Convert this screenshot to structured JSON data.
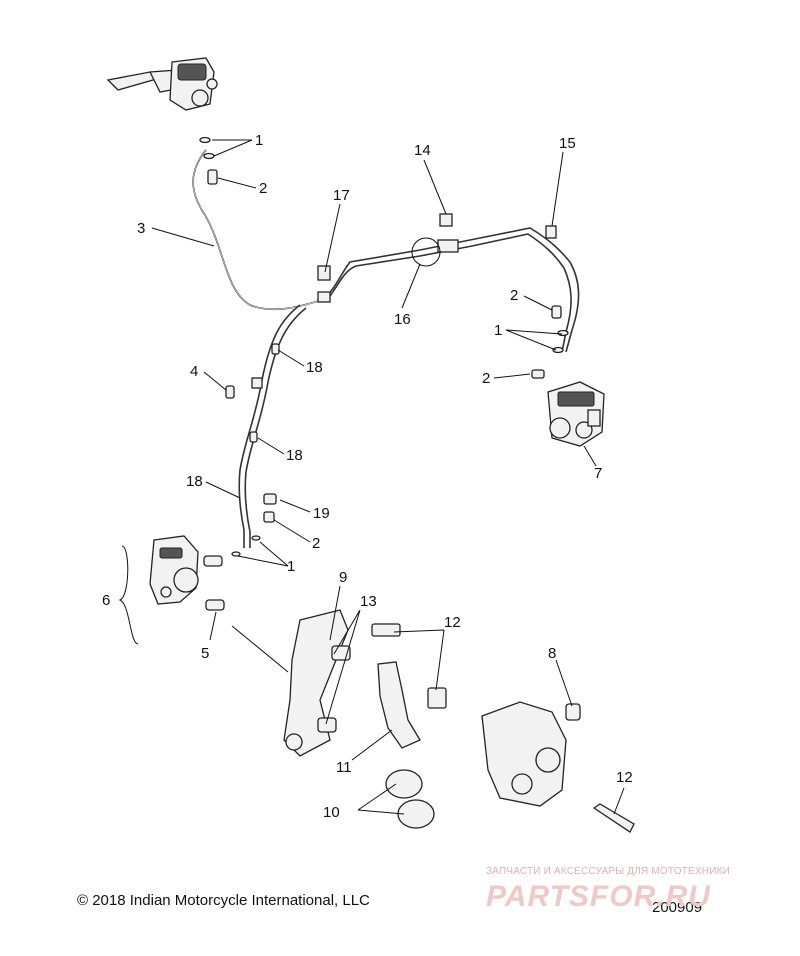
{
  "callouts": [
    {
      "id": "c1a",
      "text": "1"
    },
    {
      "id": "c2a",
      "text": "2"
    },
    {
      "id": "c3",
      "text": "3"
    },
    {
      "id": "c17",
      "text": "17"
    },
    {
      "id": "c14",
      "text": "14"
    },
    {
      "id": "c15",
      "text": "15"
    },
    {
      "id": "c16",
      "text": "16"
    },
    {
      "id": "c2b",
      "text": "2"
    },
    {
      "id": "c1b",
      "text": "1"
    },
    {
      "id": "c2c",
      "text": "2"
    },
    {
      "id": "c7",
      "text": "7"
    },
    {
      "id": "c4",
      "text": "4"
    },
    {
      "id": "c18a",
      "text": "18"
    },
    {
      "id": "c18b",
      "text": "18"
    },
    {
      "id": "c18c",
      "text": "18"
    },
    {
      "id": "c19",
      "text": "19"
    },
    {
      "id": "c2d",
      "text": "2"
    },
    {
      "id": "c1c",
      "text": "1"
    },
    {
      "id": "c6",
      "text": "6"
    },
    {
      "id": "c5",
      "text": "5"
    },
    {
      "id": "c9",
      "text": "9"
    },
    {
      "id": "c13",
      "text": "13"
    },
    {
      "id": "c12a",
      "text": "12"
    },
    {
      "id": "c8",
      "text": "8"
    },
    {
      "id": "c11",
      "text": "11"
    },
    {
      "id": "c10",
      "text": "10"
    },
    {
      "id": "c12b",
      "text": "12"
    }
  ],
  "footer": {
    "copyright": "© 2018 Indian Motorcycle International, LLC",
    "diagram_number": "200909"
  },
  "watermark": {
    "tagline": "ЗАПЧАСТИ И АКСЕССУАРЫ ДЛЯ МОТОТЕХНИКИ",
    "brand": "PARTSFOR.RU"
  }
}
